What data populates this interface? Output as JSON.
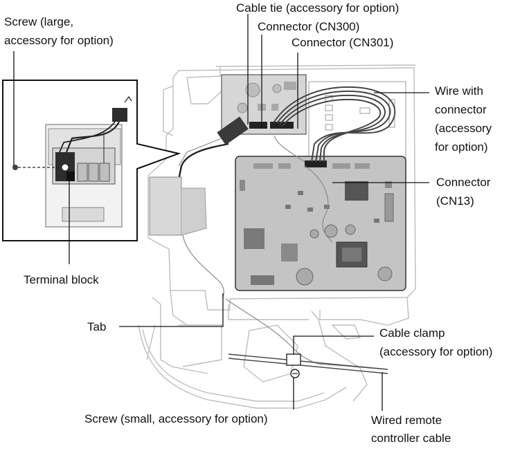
{
  "diagram": {
    "labels": {
      "cable_tie": "Cable tie (accessory for option)",
      "connector_cn300": "Connector (CN300)",
      "connector_cn301": "Connector (CN301)",
      "screw_large_line1": "Screw (large,",
      "screw_large_line2": "accessory for option)",
      "wire_with_connector_line1": "Wire with",
      "wire_with_connector_line2": "connector",
      "wire_with_connector_line3": "(accessory",
      "wire_with_connector_line4": "for option)",
      "connector_cn13_line1": "Connector",
      "connector_cn13_line2": "(CN13)",
      "terminal_block": "Terminal block",
      "tab": "Tab",
      "cable_clamp_line1": "Cable clamp",
      "cable_clamp_line2": "(accessory for option)",
      "screw_small": "Screw (small, accessory for option)",
      "wired_remote_line1": "Wired remote",
      "wired_remote_line2": "controller cable"
    },
    "colors": {
      "line": "#111111",
      "housing": "#b9b9b9",
      "board": "#c8c8c8",
      "dark": "#3a3a3a"
    }
  }
}
